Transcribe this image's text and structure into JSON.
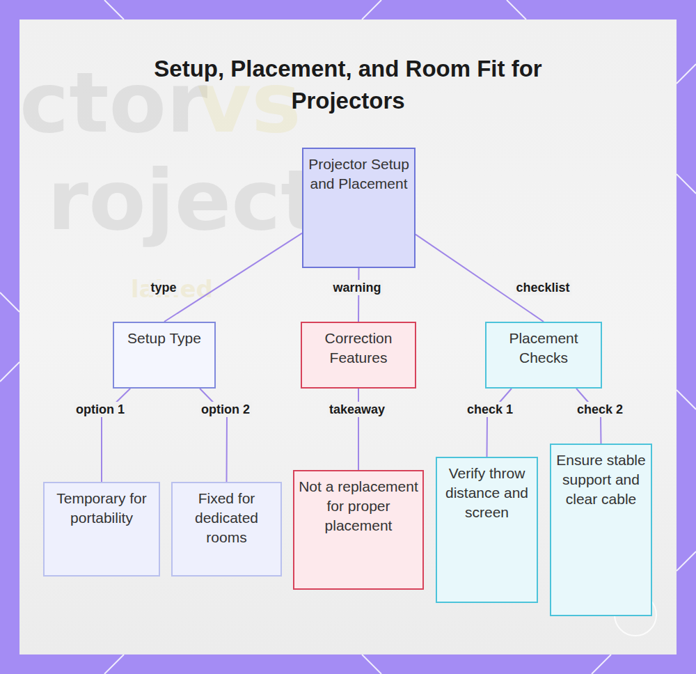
{
  "diagram": {
    "title": "Setup, Placement, and Room Fit for Projectors",
    "nodes": [
      {
        "text": [
          "Projector Setup and Placement"
        ]
      },
      {
        "text": [
          "Setup Type"
        ]
      },
      {
        "text": [
          "Correction Features"
        ]
      },
      {
        "text": [
          "Placement Checks"
        ]
      },
      {
        "text": [
          "Temporary for portability"
        ]
      },
      {
        "text": [
          "Fixed for dedicated rooms"
        ]
      },
      {
        "text": [
          "Not a replacement for proper placement"
        ]
      },
      {
        "text": [
          "Verify throw distance and screen"
        ]
      },
      {
        "text": [
          "Ensure stable support and clear cable"
        ]
      }
    ],
    "edges": [
      {
        "from": 0,
        "to": 1,
        "label": "type",
        "arrow": "none"
      },
      {
        "from": 0,
        "to": 2,
        "label": "warning",
        "arrow": "none"
      },
      {
        "from": 0,
        "to": 3,
        "label": "checklist",
        "arrow": "none"
      },
      {
        "from": 1,
        "to": 4,
        "label": "option 1",
        "arrow": "none"
      },
      {
        "from": 1,
        "to": 5,
        "label": "option 2",
        "arrow": "none"
      },
      {
        "from": 2,
        "to": 6,
        "label": "takeaway",
        "arrow": "none"
      },
      {
        "from": 3,
        "to": 7,
        "label": "check 1",
        "arrow": "none"
      },
      {
        "from": 3,
        "to": 8,
        "label": "check 2",
        "arrow": "none"
      }
    ],
    "labels": [
      "ctor",
      "vs",
      "rojecto",
      "lained"
    ]
  }
}
